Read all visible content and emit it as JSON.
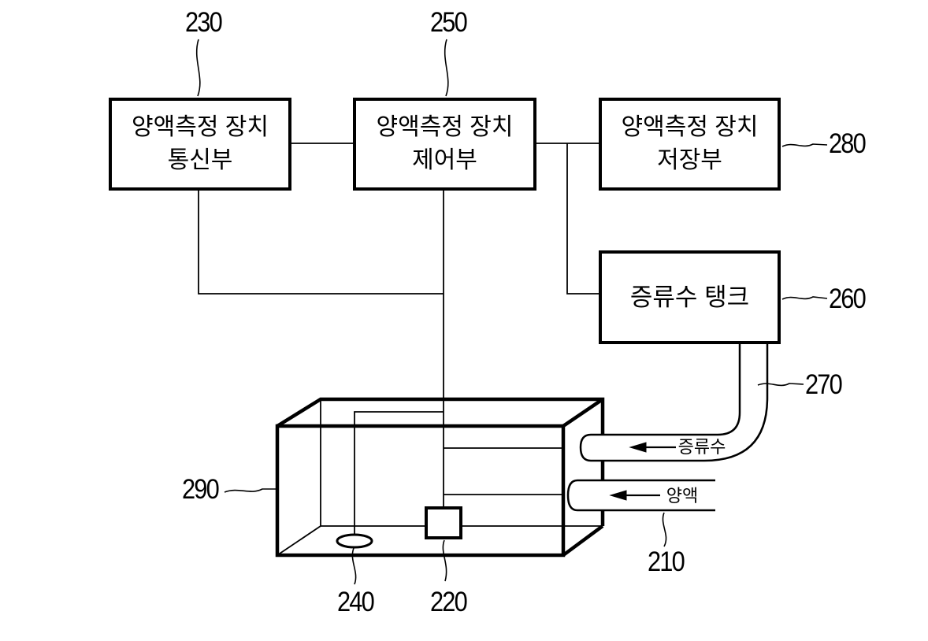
{
  "figure": {
    "background_color": "#ffffff",
    "line_color": "#000000",
    "boxes": [
      {
        "ref": "230",
        "line1": "양액측정 장치",
        "line2": "통신부"
      },
      {
        "ref": "250",
        "line1": "양액측정 장치",
        "line2": "제어부"
      },
      {
        "ref": "280",
        "line1": "양액측정 장치",
        "line2": "저장부"
      },
      {
        "ref": "260",
        "line1": "증류수 탱크"
      }
    ],
    "refs": {
      "r230": "230",
      "r250": "250",
      "r280": "280",
      "r260": "260",
      "r270": "270",
      "r290": "290",
      "r210": "210",
      "r240": "240",
      "r220": "220"
    },
    "flow_labels": {
      "distilled_water": "증류수",
      "nutrient_solution": "양액"
    }
  }
}
